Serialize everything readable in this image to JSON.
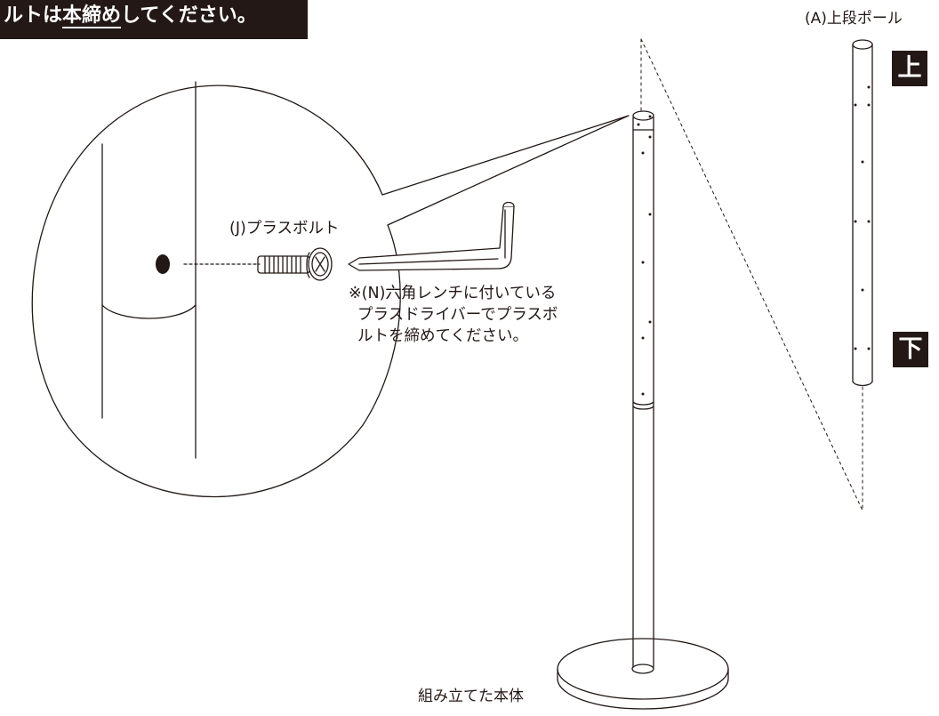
{
  "banner": {
    "text_prefix": "ルトは",
    "text_underlined": "本締め",
    "text_suffix": "してください。"
  },
  "labels": {
    "pole_a": "(A)上段ポール",
    "bolt_j": "(J)プラスボルト",
    "assembled_body": "組み立てた本体"
  },
  "badges": {
    "top": "上",
    "bottom": "下"
  },
  "note": {
    "line1": "※(N)六角レンチに付いている",
    "line2": "プラスドライバーでプラスボ",
    "line3": "ルトを締めてください。"
  },
  "colors": {
    "ink": "#231815",
    "paper": "#ffffff"
  }
}
